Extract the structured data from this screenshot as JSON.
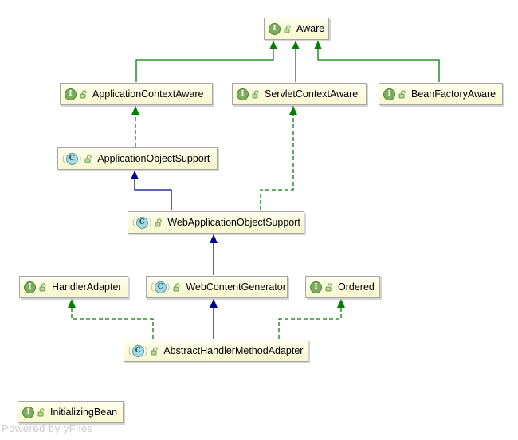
{
  "watermark": "Powered by yFiles",
  "icons": {
    "interface_letter": "I",
    "class_letter": "C",
    "lock": "open-padlock-icon"
  },
  "colors": {
    "node_fill": "#F8F8CE",
    "node_border": "#A6A6A6",
    "edge_green": "#007F00",
    "edge_navy": "#00008B",
    "interface_icon_bg": "#7CAE5E",
    "class_icon_bg": "#A8D7E2",
    "watermark_text": "#CDCDCD"
  },
  "diagram": {
    "nodes": {
      "aware": {
        "label": "Aware",
        "kind": "interface"
      },
      "application_context_aware": {
        "label": "ApplicationContextAware",
        "kind": "interface"
      },
      "servlet_context_aware": {
        "label": "ServletContextAware",
        "kind": "interface"
      },
      "bean_factory_aware": {
        "label": "BeanFactoryAware",
        "kind": "interface"
      },
      "application_object_support": {
        "label": "ApplicationObjectSupport",
        "kind": "class"
      },
      "web_application_object_support": {
        "label": "WebApplicationObjectSupport",
        "kind": "class"
      },
      "handler_adapter": {
        "label": "HandlerAdapter",
        "kind": "interface"
      },
      "web_content_generator": {
        "label": "WebContentGenerator",
        "kind": "class"
      },
      "ordered": {
        "label": "Ordered",
        "kind": "interface"
      },
      "abstract_handler_method_adapter": {
        "label": "AbstractHandlerMethodAdapter",
        "kind": "class"
      },
      "initializing_bean": {
        "label": "InitializingBean",
        "kind": "interface"
      }
    },
    "edges": [
      {
        "from": "ApplicationContextAware",
        "to": "Aware",
        "relation": "extends",
        "style": "solid-green"
      },
      {
        "from": "ServletContextAware",
        "to": "Aware",
        "relation": "extends",
        "style": "solid-green"
      },
      {
        "from": "BeanFactoryAware",
        "to": "Aware",
        "relation": "extends",
        "style": "solid-green"
      },
      {
        "from": "ApplicationObjectSupport",
        "to": "ApplicationContextAware",
        "relation": "implements",
        "style": "dashed-green"
      },
      {
        "from": "WebApplicationObjectSupport",
        "to": "ServletContextAware",
        "relation": "implements",
        "style": "dashed-green"
      },
      {
        "from": "WebApplicationObjectSupport",
        "to": "ApplicationObjectSupport",
        "relation": "extends",
        "style": "solid-navy"
      },
      {
        "from": "WebContentGenerator",
        "to": "WebApplicationObjectSupport",
        "relation": "extends",
        "style": "solid-navy"
      },
      {
        "from": "AbstractHandlerMethodAdapter",
        "to": "WebContentGenerator",
        "relation": "extends",
        "style": "solid-navy"
      },
      {
        "from": "AbstractHandlerMethodAdapter",
        "to": "HandlerAdapter",
        "relation": "implements",
        "style": "dashed-green"
      },
      {
        "from": "AbstractHandlerMethodAdapter",
        "to": "Ordered",
        "relation": "implements",
        "style": "dashed-green"
      }
    ]
  }
}
